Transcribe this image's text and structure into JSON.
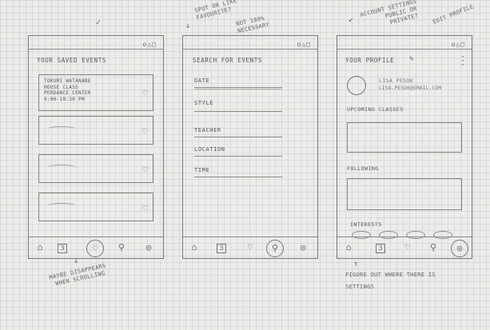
{
  "status_icons": "o△□",
  "screen1": {
    "title": "Your saved events",
    "event1": {
      "line1": "Tokumi Watanabe",
      "line2": "House class",
      "line3": "Perdance center",
      "line4": "9:00-10:30 PM"
    }
  },
  "screen2": {
    "title": "Search for events",
    "fields": [
      "Date",
      "Style",
      "Teacher",
      "Location",
      "Time"
    ]
  },
  "screen3": {
    "title": "Your profile",
    "name": "Lisa Pesok",
    "email": "Lisa.Pesok@gmail.com",
    "upcoming": "Upcoming classes",
    "following": "Following",
    "interests": "Interests"
  },
  "notes": {
    "top_middle_1": "Spot or like",
    "top_middle_2": "Favourite?",
    "top_middle_3": "Not 100%",
    "top_middle_4": "necessary",
    "top_right_1": "Account settings",
    "top_right_2": "public or",
    "top_right_3": "private?",
    "edit_profile": "Edit profile",
    "bottom_left_1": "Maybe disappears",
    "bottom_left_2": "when scrolling",
    "bottom_right_1": "Figure out where there is",
    "bottom_right_2": "settings"
  },
  "icons": {
    "home": "home-icon",
    "calendar": "calendar-icon",
    "heart": "heart-icon",
    "search": "search-icon",
    "profile": "profile-icon",
    "edit": "pencil-icon",
    "menu": "kebab-menu-icon"
  }
}
